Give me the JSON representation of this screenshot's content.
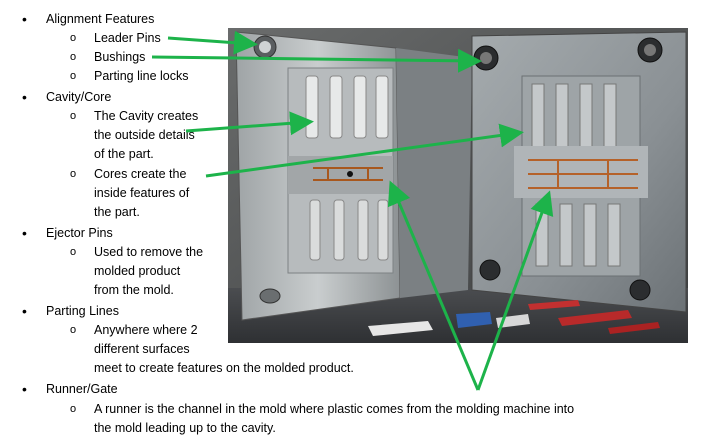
{
  "items": [
    {
      "label": "Alignment Features",
      "subs": [
        [
          "Leader Pins"
        ],
        [
          "Bushings"
        ],
        [
          "Parting line locks"
        ]
      ]
    },
    {
      "label": "Cavity/Core",
      "subs": [
        [
          "The Cavity creates",
          "the outside details",
          "of the part."
        ],
        [
          "Cores create the",
          "inside features of",
          "the part."
        ]
      ]
    },
    {
      "label": "Ejector Pins",
      "subs": [
        [
          "Used to remove the",
          "molded product",
          "from the mold."
        ]
      ]
    },
    {
      "label": "Parting Lines",
      "subs": [
        [
          "Anywhere where 2",
          "different surfaces"
        ]
      ],
      "tail": "meet to create features on the molded product."
    },
    {
      "label": "Runner/Gate",
      "subs": [
        [
          "A runner is the channel in the mold where plastic comes from the molding machine into",
          "the mold leading up to the cavity."
        ]
      ]
    }
  ],
  "colors": {
    "arrow": "#1db34a"
  }
}
